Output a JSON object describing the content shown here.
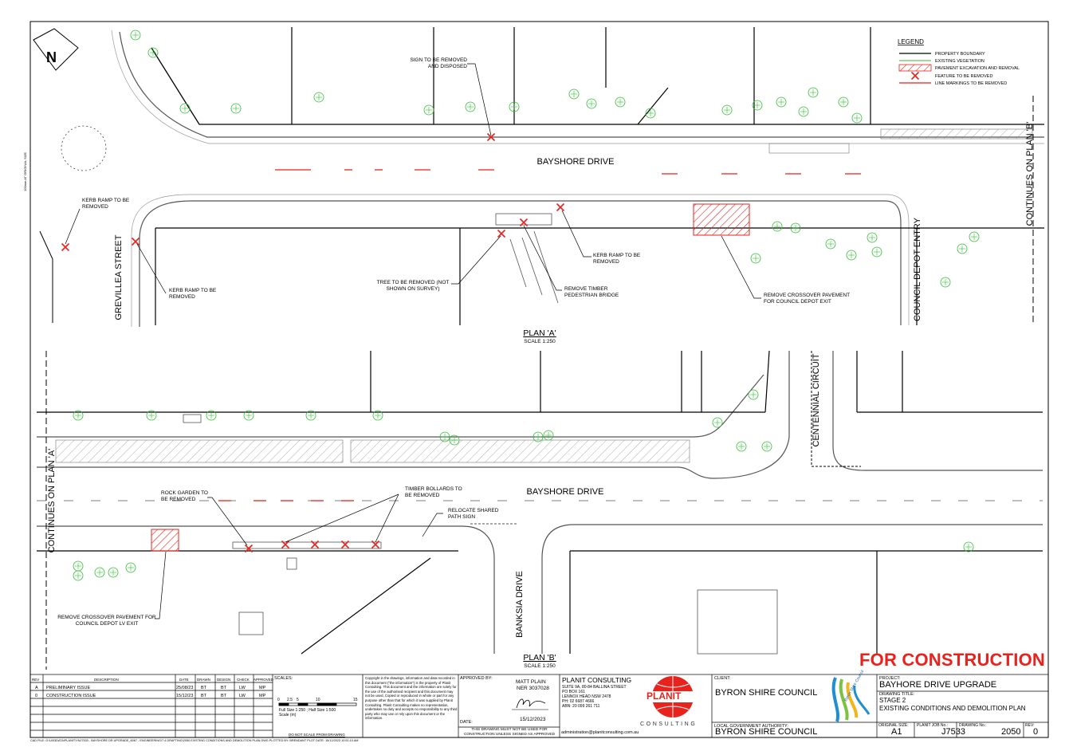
{
  "orientation_label": "N",
  "side_note": "100mm AT ORIGINAL SIZE",
  "legend": {
    "title": "LEGEND",
    "items": [
      {
        "label": "PROPERTY BOUNDARY",
        "symbol": "line-black"
      },
      {
        "label": "EXISTING VEGETATION",
        "symbol": "line-green"
      },
      {
        "label": "PAVEMENT EXCAVATION AND REMOVAL",
        "symbol": "hatch-red"
      },
      {
        "label": "FEATURE TO BE REMOVED",
        "symbol": "cross-red"
      },
      {
        "label": "LINE MARKINGS TO BE REMOVED",
        "symbol": "line-red"
      }
    ]
  },
  "plan_a": {
    "title": "PLAN 'A'",
    "scale": "SCALE 1:250",
    "road": "BAYSHORE DRIVE",
    "streets": [
      "GREVILLEA STREET",
      "COUNCIL DEPOT ENTRY"
    ],
    "continues": "CONTINUES ON PLAN 'B'",
    "callouts": [
      "SIGN TO BE REMOVED AND DISPOSED",
      "KERB RAMP TO BE REMOVED",
      "KERB RAMP TO BE REMOVED",
      "TREE TO BE REMOVED (NOT SHOWN ON SURVEY)",
      "REMOVE TIMBER PEDESTRIAN BRIDGE",
      "KERB RAMP TO BE REMOVED",
      "REMOVE CROSSOVER PAVEMENT FOR COUNCIL DEPOT EXIT"
    ]
  },
  "plan_b": {
    "title": "PLAN 'B'",
    "scale": "SCALE 1:250",
    "road": "BAYSHORE DRIVE",
    "streets": [
      "CENTENNIAL CIRCUIT",
      "BANKSIA DRIVE"
    ],
    "continues": "CONTINUES ON PLAN 'A'",
    "callouts": [
      "ROCK GARDEN TO BE REMOVED",
      "TIMBER BOLLARDS TO BE REMOVED",
      "RELOCATE SHARED PATH SIGN",
      "REMOVE CROSSOVER PAVEMENT FOR COUNCIL DEPOT LV EXIT"
    ]
  },
  "stamp": "FOR CONSTRUCTION",
  "revisions": {
    "headers": [
      "REV",
      "DESCRIPTION",
      "DATE",
      "DRAWN",
      "DESIGN",
      "CHECK",
      "APPROVED"
    ],
    "rows": [
      [
        "A",
        "PRELIMINARY ISSUE",
        "25/08/23",
        "BT",
        "BT",
        "LW",
        "MP"
      ],
      [
        "0",
        "CONSTRUCTION ISSUE",
        "15/12/23",
        "BT",
        "BT",
        "LW",
        "MP"
      ]
    ]
  },
  "scales": {
    "label": "SCALES:",
    "ticks": [
      "0",
      "2.5",
      "5",
      "10",
      "15"
    ],
    "note": "Full Size 1:250 ; Half Size 1:500",
    "unit": "Scale (m)",
    "no_scale": "DO NOT SCALE FROM DRAWING"
  },
  "copyright": "Copyright in the drawings, information and data recorded in this document (\"the information\") is the property of Planit Consulting. This document and the information are solely for the use of the authorised recipient and this document may not be used, Copied or reproduced in whole or part for any purpose other than that for which it was supplied by Planit Consulting. Planit Consulting makes no representation, undertakes no duty and accepts no responsibility to any third party who may use or rely upon this document or the information.",
  "approval": {
    "label": "APPROVED BY:",
    "name": "MATT PLAIN",
    "ner": "NER 3037028",
    "date_label": "DATE:",
    "date": "15/12/2023",
    "warning": "THIS DRAWING MUST NOT BE USED FOR CONSTRUCTION UNLESS SIGNED AS APPROVED"
  },
  "consultant": {
    "name": "PLANIT CONSULTING",
    "address": [
      "SUITE 9A, 80-84 BALLINA STREET",
      "PO BOX 161",
      "LENNOX HEAD NSW 2478",
      "PH: 02 6687 4666",
      "ABN: 20 099 261 711"
    ],
    "email": "administration@planitconsulting.com.au",
    "logo_text": "PLANIT",
    "logo_sub": "CONSULTING"
  },
  "client": {
    "label": "CLIENT:",
    "name": "BYRON SHIRE COUNCIL",
    "lga_label": "LOCAL GOVERNMENT AUTHORITY:",
    "lga": "BYRON SHIRE COUNCIL",
    "logo_text": "Byron Shire Council"
  },
  "project": {
    "label": "PROJECT:",
    "name": "BAYHORE DRIVE UPGRADE",
    "title_label": "DRAWING TITLE:",
    "stage": "STAGE 2",
    "title": "EXISTING CONDITIONS AND DEMOLITION PLAN",
    "size_label": "ORIGINAL SIZE:",
    "size": "A1",
    "job_label": "PLANIT JOB No.:",
    "job": "J7533",
    "drawing_label": "DRAWING No.:",
    "drawing": "2050",
    "rev_label": "REV:",
    "rev": "0"
  },
  "cad_file": "CAD FILE: G:\\U\\03DATA\\PLANIT\\YNJ7533 - BAYSHORE DR UPGRADE_6067 - ENGINEERING\\7.4 DRAFTING\\2050 EXISTING CONDITIONS AND DEMOLITION PLAN.DWG  PLOTTED BY: BRENDANT  PLOT DATE: 15/12/2023 10:51:10 AM",
  "colors": {
    "red": "#e8221c",
    "green": "#2fbf2f",
    "black": "#000000"
  }
}
